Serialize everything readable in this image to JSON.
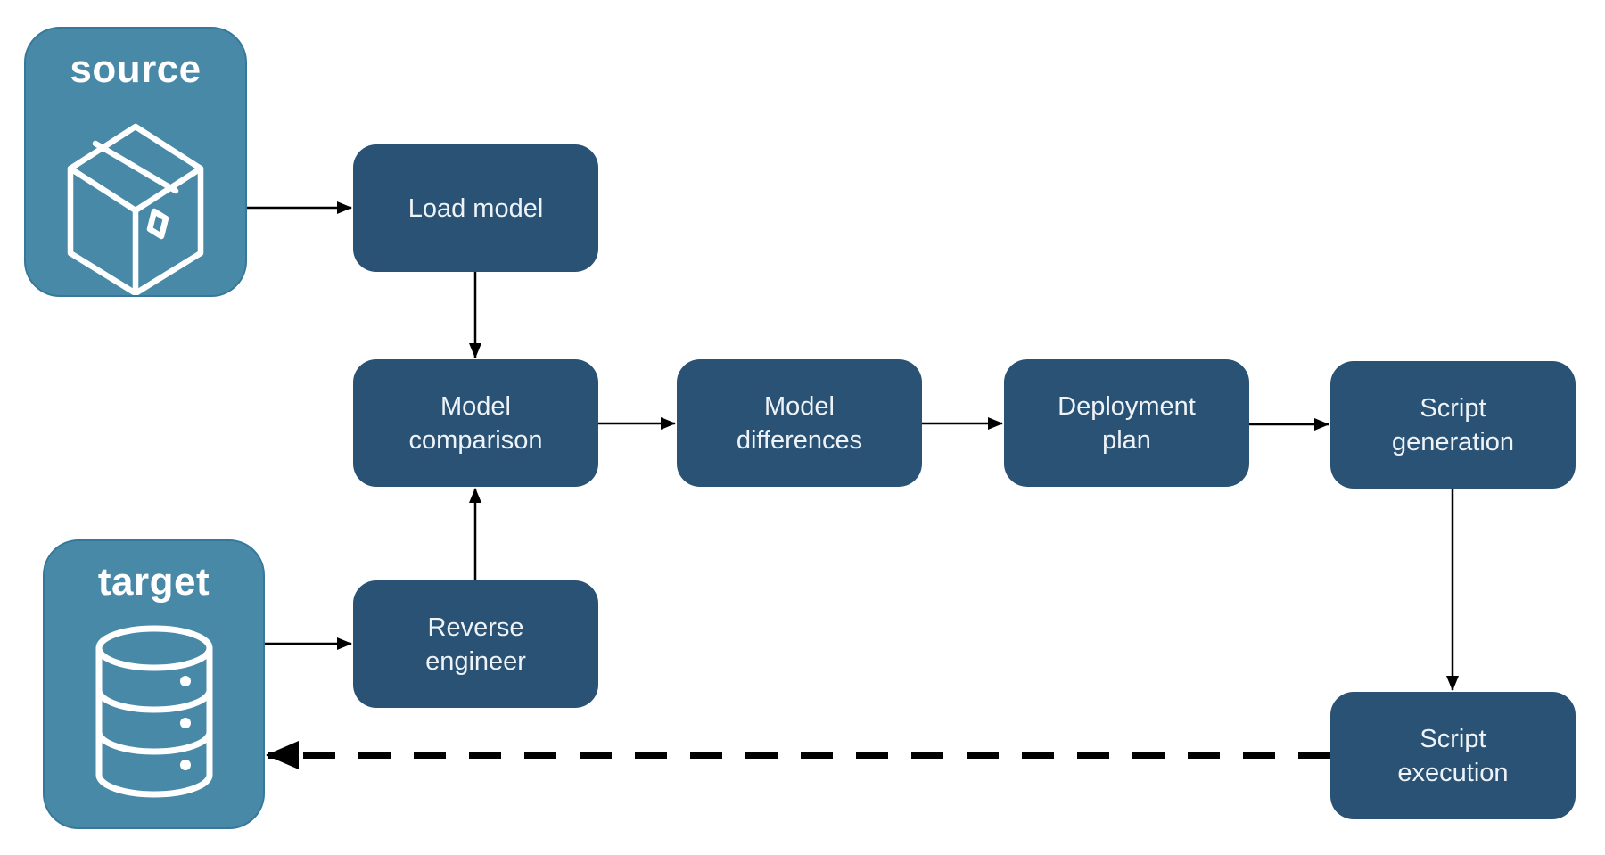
{
  "diagram": {
    "background": "#ffffff",
    "colors": {
      "node_fill": "#2a5274",
      "node_text": "#eef3f8",
      "container_fill": "#4889a8",
      "container_border": "#36789a",
      "container_text": "#ffffff",
      "arrow": "#000000"
    },
    "containers": [
      {
        "id": "source",
        "label": "source",
        "icon": "package-icon"
      },
      {
        "id": "target",
        "label": "target",
        "icon": "database-icon"
      }
    ],
    "nodes": [
      {
        "id": "load-model",
        "label": "Load model"
      },
      {
        "id": "model-comparison",
        "label": "Model comparison"
      },
      {
        "id": "model-differences",
        "label": "Model differences"
      },
      {
        "id": "deployment-plan",
        "label": "Deployment plan"
      },
      {
        "id": "script-generation",
        "label": "Script generation"
      },
      {
        "id": "reverse-engineer",
        "label": "Reverse engineer"
      },
      {
        "id": "script-execution",
        "label": "Script execution"
      }
    ],
    "edges": [
      {
        "from": "source",
        "to": "load-model",
        "style": "solid"
      },
      {
        "from": "load-model",
        "to": "model-comparison",
        "style": "solid"
      },
      {
        "from": "model-comparison",
        "to": "model-differences",
        "style": "solid"
      },
      {
        "from": "model-differences",
        "to": "deployment-plan",
        "style": "solid"
      },
      {
        "from": "deployment-plan",
        "to": "script-generation",
        "style": "solid"
      },
      {
        "from": "script-generation",
        "to": "script-execution",
        "style": "solid"
      },
      {
        "from": "target",
        "to": "reverse-engineer",
        "style": "solid"
      },
      {
        "from": "reverse-engineer",
        "to": "model-comparison",
        "style": "solid"
      },
      {
        "from": "script-execution",
        "to": "target",
        "style": "dashed"
      }
    ]
  }
}
